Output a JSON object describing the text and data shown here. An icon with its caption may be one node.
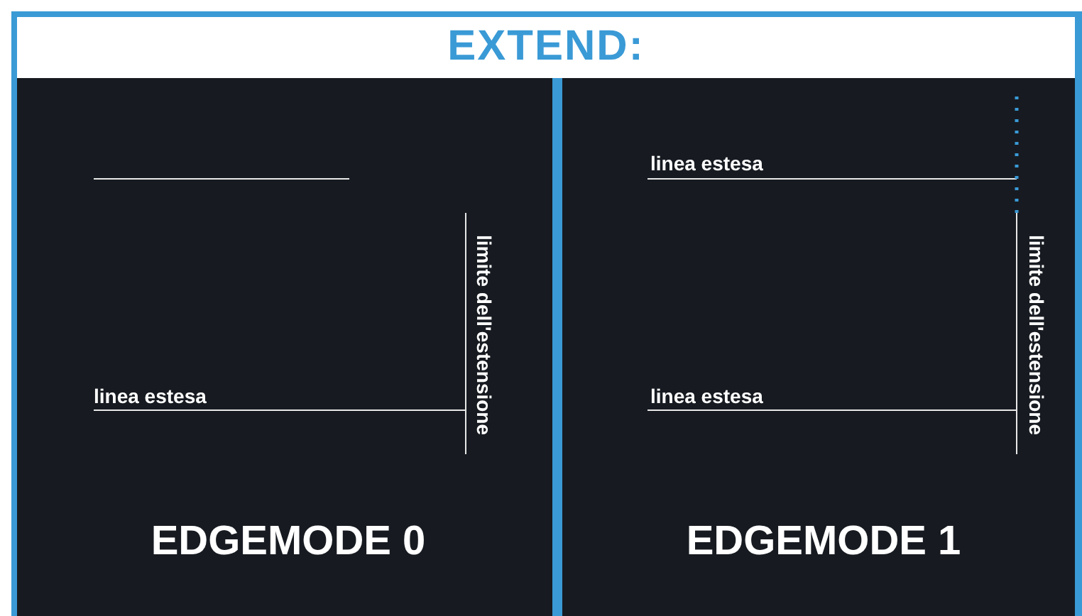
{
  "diagram": {
    "title": "EXTEND:",
    "nodes": [
      {
        "text": [
          "linea estesa",
          "limite dell'estensione",
          "EDGEMODE 0"
        ]
      },
      {
        "text": [
          "linea estesa",
          "limite dell'estensione",
          "linea estesa",
          "EDGEMODE 1"
        ]
      }
    ]
  }
}
